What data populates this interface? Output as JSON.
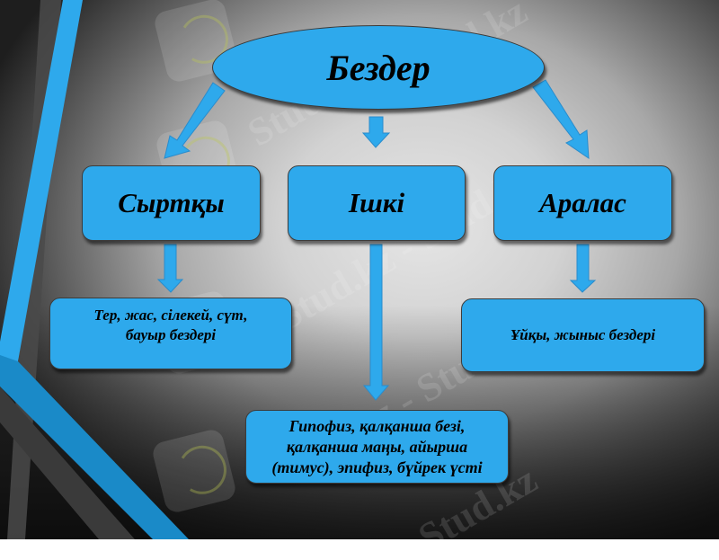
{
  "diagram": {
    "root": {
      "label": "Бездер"
    },
    "categories": [
      {
        "id": "external",
        "label": "Сыртқы"
      },
      {
        "id": "internal",
        "label": "Ішкі"
      },
      {
        "id": "mixed",
        "label": "Аралас"
      }
    ],
    "details": {
      "external": {
        "lines": [
          "Тер, жас, сілекей, сүт,",
          "бауыр бездері"
        ]
      },
      "internal": {
        "lines": [
          "Гипофиз, қалқанша безі,",
          "қалқанша маңы, айырша",
          "(тимус), эпифиз, бүйрек үсті"
        ]
      },
      "mixed": {
        "lines": [
          "Ұйқы, жыныс бездері"
        ]
      }
    }
  },
  "watermark": {
    "text": "Stud.kz"
  },
  "colors": {
    "accent_blue": "#2ea9ec",
    "border": "#3c3c3c",
    "text": "#000000"
  }
}
